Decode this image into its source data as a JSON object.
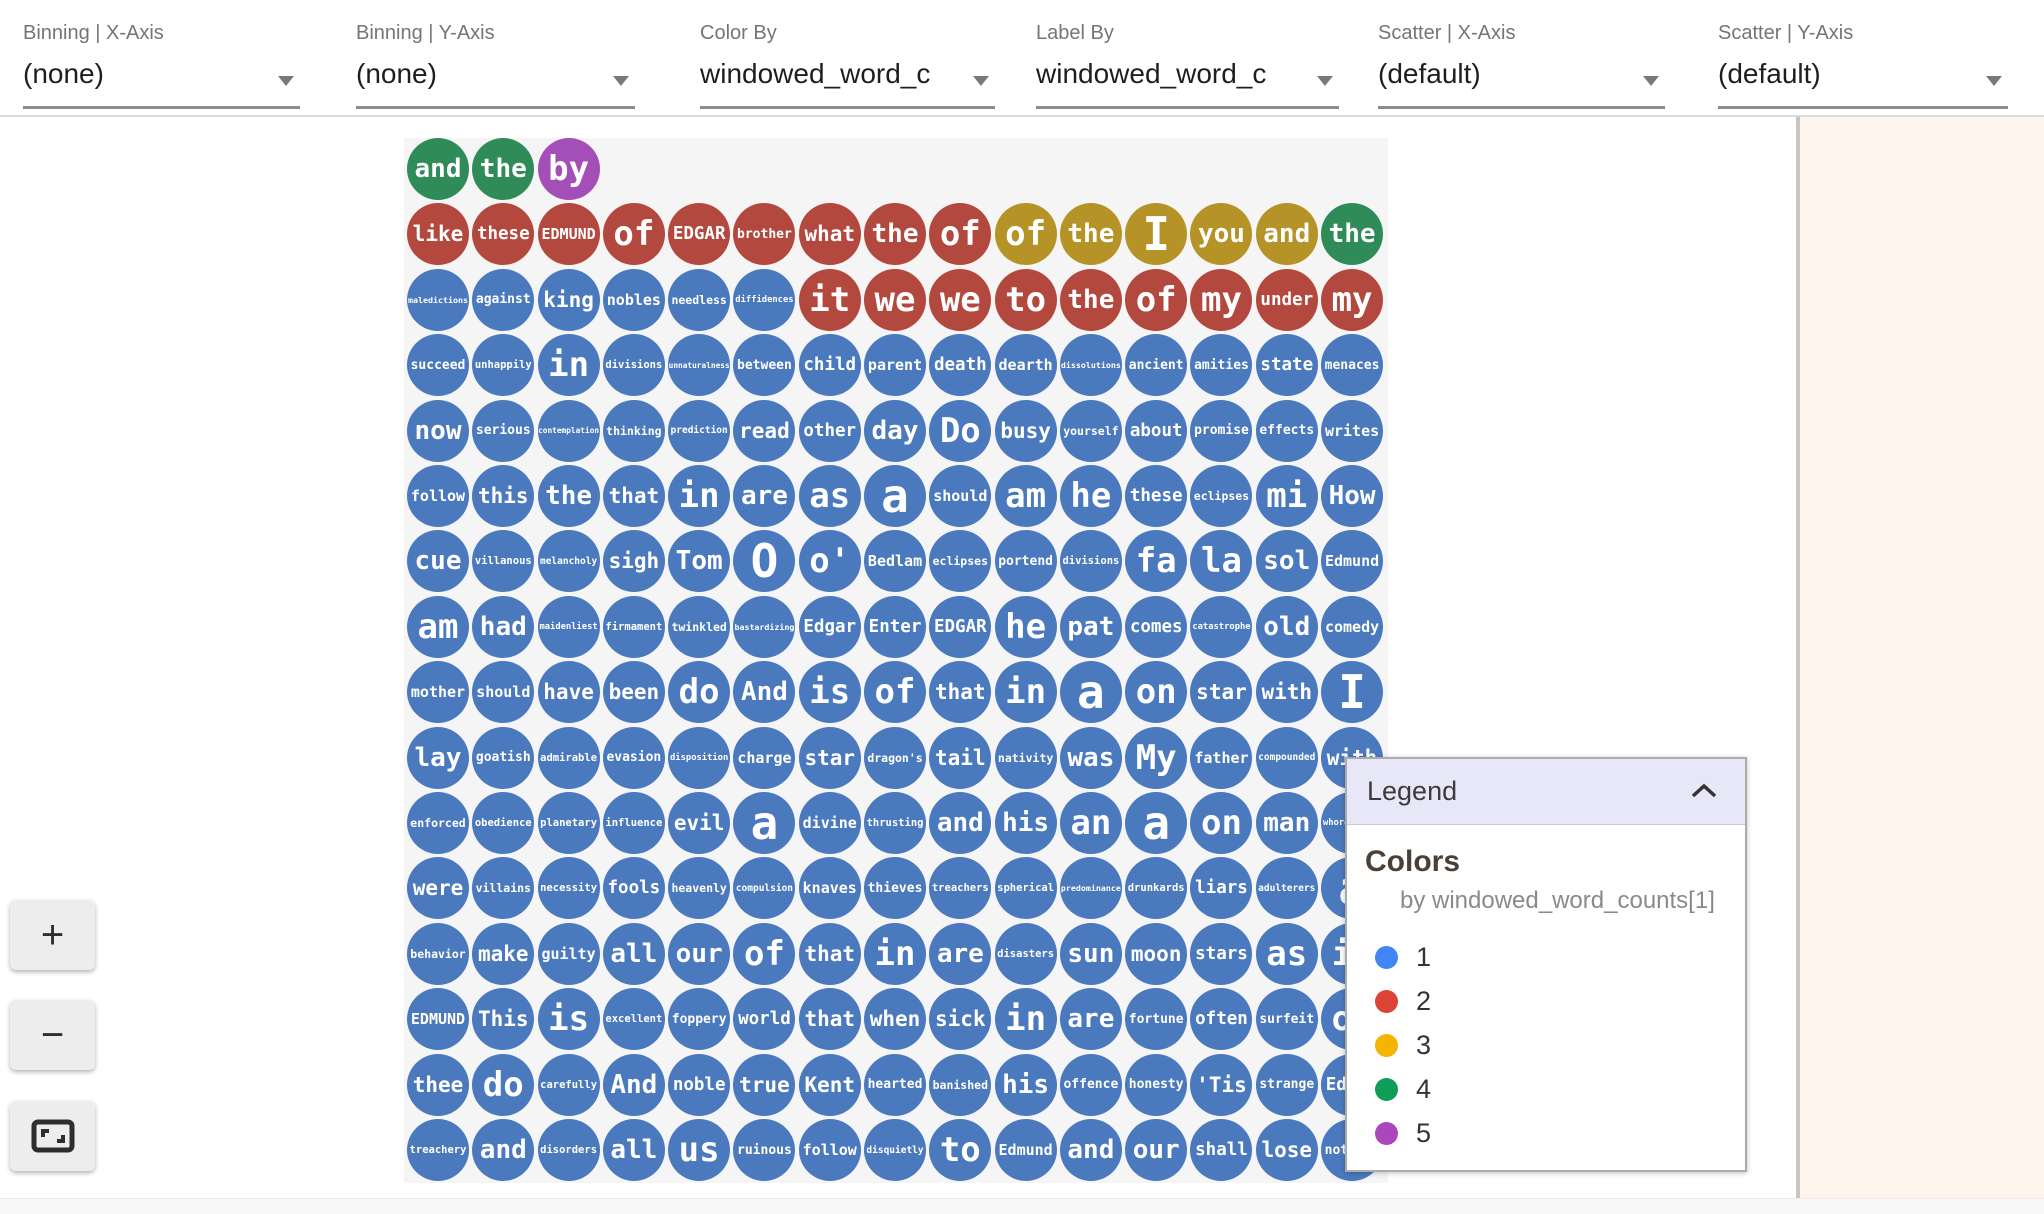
{
  "toolbar": {
    "dropdowns": [
      {
        "label": "Binning | X-Axis",
        "value": "(none)"
      },
      {
        "label": "Binning | Y-Axis",
        "value": "(none)"
      },
      {
        "label": "Color By",
        "value": "windowed_word_c"
      },
      {
        "label": "Label By",
        "value": "windowed_word_c"
      },
      {
        "label": "Scatter | X-Axis",
        "value": "(default)"
      },
      {
        "label": "Scatter | Y-Axis",
        "value": "(default)"
      }
    ]
  },
  "zoom_controls": {
    "zoom_in_label": "+",
    "zoom_out_label": "−",
    "fit_icon": "fit-to-screen"
  },
  "legend": {
    "title": "Legend",
    "collapse_icon": "chevron-up",
    "section_title": "Colors",
    "subtitle": "by windowed_word_counts[1]",
    "items": [
      {
        "label": "1",
        "color": "#4285F4"
      },
      {
        "label": "2",
        "color": "#DB4437"
      },
      {
        "label": "3",
        "color": "#F4B400"
      },
      {
        "label": "4",
        "color": "#0F9D58"
      },
      {
        "label": "5",
        "color": "#AB47BC"
      }
    ]
  },
  "grid": {
    "palette": {
      "1": "#4B79BD",
      "2": "#B3483E",
      "3": "#B59327",
      "4": "#2F8C59",
      "5": "#A44FB8"
    },
    "rows": [
      [
        [
          "and",
          4
        ],
        [
          "the",
          4
        ],
        [
          "by",
          5
        ]
      ],
      [
        [
          "like",
          2
        ],
        [
          "these",
          2
        ],
        [
          "EDMUND",
          2
        ],
        [
          "of",
          2
        ],
        [
          "EDGAR",
          2
        ],
        [
          "brother",
          2
        ],
        [
          "what",
          2
        ],
        [
          "the",
          2
        ],
        [
          "of",
          2
        ],
        [
          "of",
          3
        ],
        [
          "the",
          3
        ],
        [
          "I",
          3
        ],
        [
          "you",
          3
        ],
        [
          "and",
          3
        ],
        [
          "the",
          4
        ]
      ],
      [
        [
          "maledictions",
          1
        ],
        [
          "against",
          1
        ],
        [
          "king",
          1
        ],
        [
          "nobles",
          1
        ],
        [
          "needless",
          1
        ],
        [
          "diffidences",
          1
        ],
        [
          "it",
          2
        ],
        [
          "we",
          2
        ],
        [
          "we",
          2
        ],
        [
          "to",
          2
        ],
        [
          "the",
          2
        ],
        [
          "of",
          2
        ],
        [
          "my",
          2
        ],
        [
          "under",
          2
        ],
        [
          "my",
          2
        ]
      ],
      [
        [
          "succeed",
          1
        ],
        [
          "unhappily",
          1
        ],
        [
          "in",
          1
        ],
        [
          "divisions",
          1
        ],
        [
          "unnaturalness",
          1
        ],
        [
          "between",
          1
        ],
        [
          "child",
          1
        ],
        [
          "parent",
          1
        ],
        [
          "death",
          1
        ],
        [
          "dearth",
          1
        ],
        [
          "dissolutions",
          1
        ],
        [
          "ancient",
          1
        ],
        [
          "amities",
          1
        ],
        [
          "state",
          1
        ],
        [
          "menaces",
          1
        ]
      ],
      [
        [
          "now",
          1
        ],
        [
          "serious",
          1
        ],
        [
          "contemplation",
          1
        ],
        [
          "thinking",
          1
        ],
        [
          "prediction",
          1
        ],
        [
          "read",
          1
        ],
        [
          "other",
          1
        ],
        [
          "day",
          1
        ],
        [
          "Do",
          1
        ],
        [
          "busy",
          1
        ],
        [
          "yourself",
          1
        ],
        [
          "about",
          1
        ],
        [
          "promise",
          1
        ],
        [
          "effects",
          1
        ],
        [
          "writes",
          1
        ]
      ],
      [
        [
          "follow",
          1
        ],
        [
          "this",
          1
        ],
        [
          "the",
          1
        ],
        [
          "that",
          1
        ],
        [
          "in",
          1
        ],
        [
          "are",
          1
        ],
        [
          "as",
          1
        ],
        [
          "a",
          1
        ],
        [
          "should",
          1
        ],
        [
          "am",
          1
        ],
        [
          "he",
          1
        ],
        [
          "these",
          1
        ],
        [
          "eclipses",
          1
        ],
        [
          "mi",
          1
        ],
        [
          "How",
          1
        ]
      ],
      [
        [
          "cue",
          1
        ],
        [
          "villanous",
          1
        ],
        [
          "melancholy",
          1
        ],
        [
          "sigh",
          1
        ],
        [
          "Tom",
          1
        ],
        [
          "O",
          1
        ],
        [
          "o'",
          1
        ],
        [
          "Bedlam",
          1
        ],
        [
          "eclipses",
          1
        ],
        [
          "portend",
          1
        ],
        [
          "divisions",
          1
        ],
        [
          "fa",
          1
        ],
        [
          "la",
          1
        ],
        [
          "sol",
          1
        ],
        [
          "Edmund",
          1
        ]
      ],
      [
        [
          "am",
          1
        ],
        [
          "had",
          1
        ],
        [
          "maidenliest",
          1
        ],
        [
          "firmament",
          1
        ],
        [
          "twinkled",
          1
        ],
        [
          "bastardizing",
          1
        ],
        [
          "Edgar",
          1
        ],
        [
          "Enter",
          1
        ],
        [
          "EDGAR",
          1
        ],
        [
          "he",
          1
        ],
        [
          "pat",
          1
        ],
        [
          "comes",
          1
        ],
        [
          "catastrophe",
          1
        ],
        [
          "old",
          1
        ],
        [
          "comedy",
          1
        ]
      ],
      [
        [
          "mother",
          1
        ],
        [
          "should",
          1
        ],
        [
          "have",
          1
        ],
        [
          "been",
          1
        ],
        [
          "do",
          1
        ],
        [
          "And",
          1
        ],
        [
          "is",
          1
        ],
        [
          "of",
          1
        ],
        [
          "that",
          1
        ],
        [
          "in",
          1
        ],
        [
          "a",
          1
        ],
        [
          "on",
          1
        ],
        [
          "star",
          1
        ],
        [
          "with",
          1
        ],
        [
          "I",
          1
        ]
      ],
      [
        [
          "lay",
          1
        ],
        [
          "goatish",
          1
        ],
        [
          "admirable",
          1
        ],
        [
          "evasion",
          1
        ],
        [
          "disposition",
          1
        ],
        [
          "charge",
          1
        ],
        [
          "star",
          1
        ],
        [
          "dragon's",
          1
        ],
        [
          "tail",
          1
        ],
        [
          "nativity",
          1
        ],
        [
          "was",
          1
        ],
        [
          "My",
          1
        ],
        [
          "father",
          1
        ],
        [
          "compounded",
          1
        ],
        [
          "with",
          1
        ]
      ],
      [
        [
          "enforced",
          1
        ],
        [
          "obedience",
          1
        ],
        [
          "planetary",
          1
        ],
        [
          "influence",
          1
        ],
        [
          "evil",
          1
        ],
        [
          "a",
          1
        ],
        [
          "divine",
          1
        ],
        [
          "thrusting",
          1
        ],
        [
          "and",
          1
        ],
        [
          "his",
          1
        ],
        [
          "an",
          1
        ],
        [
          "a",
          1
        ],
        [
          "on",
          1
        ],
        [
          "man",
          1
        ],
        [
          "whoremaster",
          1
        ]
      ],
      [
        [
          "were",
          1
        ],
        [
          "villains",
          1
        ],
        [
          "necessity",
          1
        ],
        [
          "fools",
          1
        ],
        [
          "heavenly",
          1
        ],
        [
          "compulsion",
          1
        ],
        [
          "knaves",
          1
        ],
        [
          "thieves",
          1
        ],
        [
          "treachers",
          1
        ],
        [
          "spherical",
          1
        ],
        [
          "predominance",
          1
        ],
        [
          "drunkards",
          1
        ],
        [
          "liars",
          1
        ],
        [
          "adulterers",
          1
        ],
        [
          "a",
          1
        ]
      ],
      [
        [
          "behavior",
          1
        ],
        [
          "make",
          1
        ],
        [
          "guilty",
          1
        ],
        [
          "all",
          1
        ],
        [
          "our",
          1
        ],
        [
          "of",
          1
        ],
        [
          "that",
          1
        ],
        [
          "in",
          1
        ],
        [
          "are",
          1
        ],
        [
          "disasters",
          1
        ],
        [
          "sun",
          1
        ],
        [
          "moon",
          1
        ],
        [
          "stars",
          1
        ],
        [
          "as",
          1
        ],
        [
          "if",
          1
        ]
      ],
      [
        [
          "EDMUND",
          1
        ],
        [
          "This",
          1
        ],
        [
          "is",
          1
        ],
        [
          "excellent",
          1
        ],
        [
          "foppery",
          1
        ],
        [
          "world",
          1
        ],
        [
          "that",
          1
        ],
        [
          "when",
          1
        ],
        [
          "sick",
          1
        ],
        [
          "in",
          1
        ],
        [
          "are",
          1
        ],
        [
          "fortune",
          1
        ],
        [
          "often",
          1
        ],
        [
          "surfeit",
          1
        ],
        [
          "of",
          1
        ]
      ],
      [
        [
          "thee",
          1
        ],
        [
          "do",
          1
        ],
        [
          "carefully",
          1
        ],
        [
          "And",
          1
        ],
        [
          "noble",
          1
        ],
        [
          "true",
          1
        ],
        [
          "Kent",
          1
        ],
        [
          "hearted",
          1
        ],
        [
          "banished",
          1
        ],
        [
          "his",
          1
        ],
        [
          "offence",
          1
        ],
        [
          "honesty",
          1
        ],
        [
          "'Tis",
          1
        ],
        [
          "strange",
          1
        ],
        [
          "Edgar",
          1
        ]
      ],
      [
        [
          "treachery",
          1
        ],
        [
          "and",
          1
        ],
        [
          "disorders",
          1
        ],
        [
          "all",
          1
        ],
        [
          "us",
          1
        ],
        [
          "ruinous",
          1
        ],
        [
          "follow",
          1
        ],
        [
          "disquietly",
          1
        ],
        [
          "to",
          1
        ],
        [
          "Edmund",
          1
        ],
        [
          "and",
          1
        ],
        [
          "our",
          1
        ],
        [
          "shall",
          1
        ],
        [
          "lose",
          1
        ],
        [
          "nothing",
          1
        ]
      ]
    ]
  }
}
